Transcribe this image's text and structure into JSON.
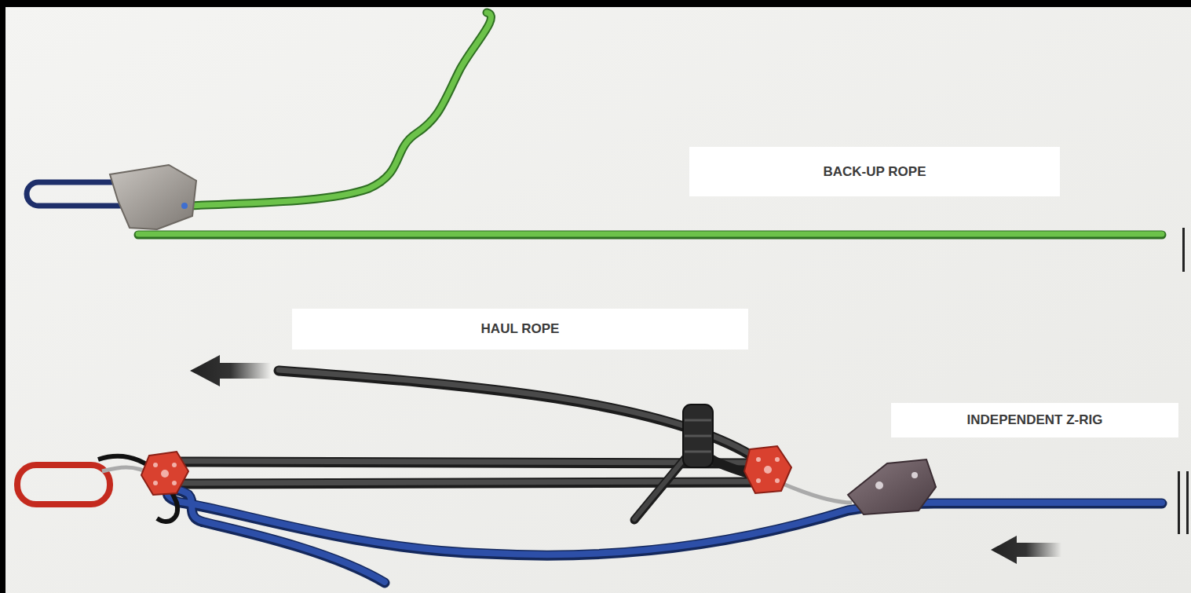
{
  "diagram": {
    "nodes": [
      {
        "text": [
          "BACK-UP ROPE"
        ]
      },
      {
        "text": [
          "HAUL ROPE"
        ]
      },
      {
        "text": [
          "INDEPENDENT Z-RIG"
        ]
      }
    ]
  }
}
